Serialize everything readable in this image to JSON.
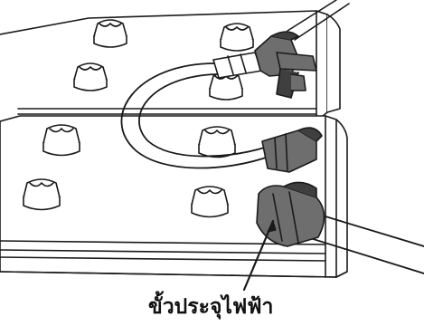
{
  "callout": {
    "label": "ขั้วประจุไฟฟ้า"
  },
  "colors": {
    "ink": "#1a1a1a",
    "clamp_fill": "#6e6e6e",
    "clamp_dark": "#3f3f3f",
    "background": "#ffffff"
  },
  "parts": [
    "battery-housing",
    "terminal-posts",
    "jumper-cable",
    "cable-clamps",
    "charging-terminal"
  ]
}
